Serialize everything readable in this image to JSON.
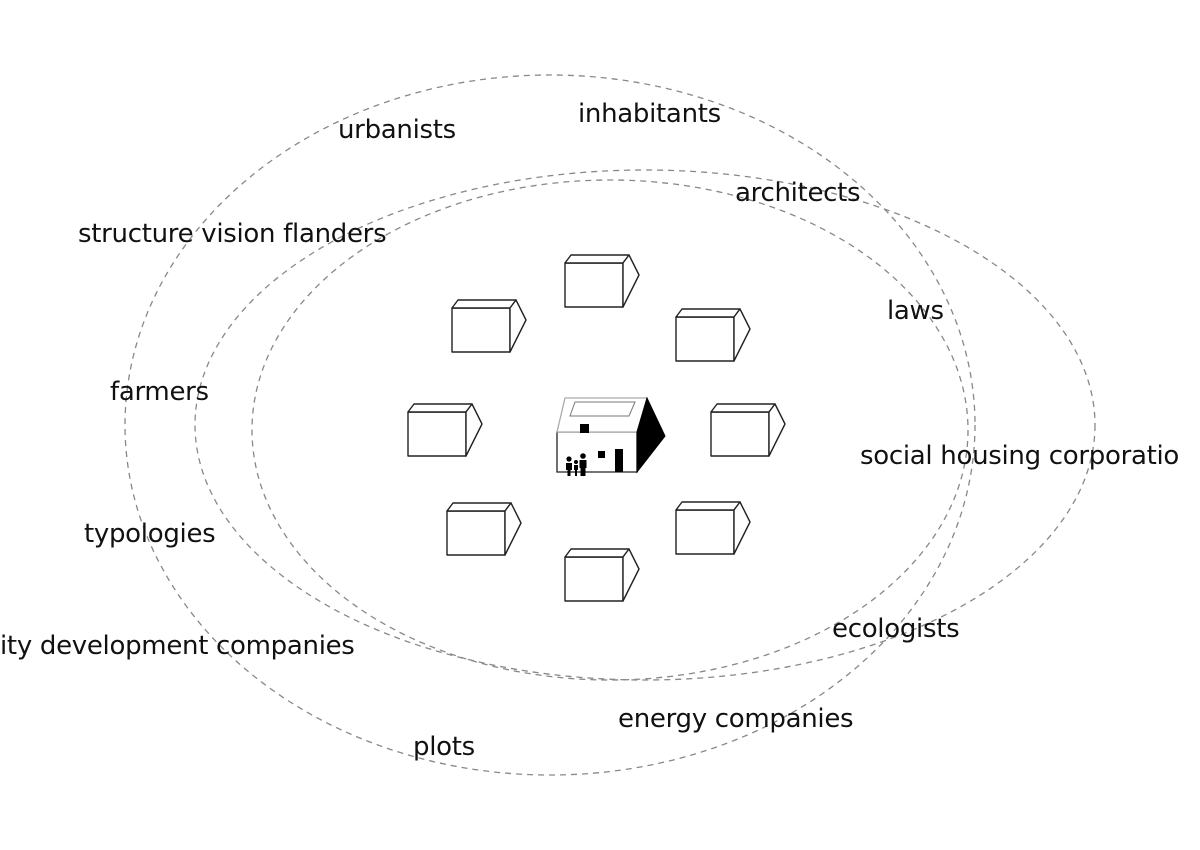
{
  "diagram": {
    "stakeholders": [
      {
        "id": "urbanists",
        "text": "urbanists"
      },
      {
        "id": "inhabitants",
        "text": "inhabitants"
      },
      {
        "id": "architects",
        "text": "architects"
      },
      {
        "id": "structure-vision-flanders",
        "text": "structure vision flanders"
      },
      {
        "id": "laws",
        "text": "laws"
      },
      {
        "id": "farmers",
        "text": "farmers"
      },
      {
        "id": "social-housing",
        "text": "social housing corporatio"
      },
      {
        "id": "typologies",
        "text": "typologies"
      },
      {
        "id": "city-development",
        "text": "ity development companies"
      },
      {
        "id": "ecologists",
        "text": "ecologists"
      },
      {
        "id": "energy-companies",
        "text": "energy companies"
      },
      {
        "id": "plots",
        "text": "plots"
      }
    ],
    "line_color": "#888888",
    "house_stroke": "#222222",
    "central_house_fill": "#000000"
  }
}
